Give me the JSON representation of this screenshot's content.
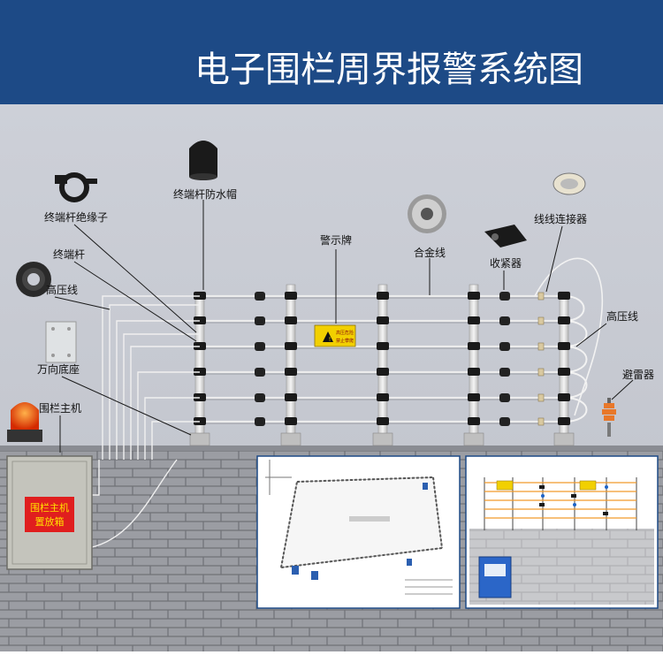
{
  "title": "电子围栏周界报警系统图",
  "labels": {
    "cap": "终端杆防水帽",
    "insulator": "终端杆绝缘子",
    "terminal_post": "终端杆",
    "hv_wire": "高压线",
    "base": "万向底座",
    "host": "围栏主机",
    "sign": "警示牌",
    "alloy_wire": "合金线",
    "tensioner": "收紧器",
    "connector": "线线连接器",
    "hv_wire_right": "高压线",
    "arrester": "避雷器"
  },
  "host_box_text": [
    "围栏主机",
    "置放箱"
  ],
  "sign_text": [
    "高压危险",
    "禁止攀爬"
  ],
  "colors": {
    "header": "#1d4a86",
    "background": "#c9ccd4",
    "wall": "#9a9ca2",
    "host_box": "#c4c4bc",
    "host_label_bg": "#e01e1e",
    "host_label_text": "#ffe000",
    "sign": "#f2d000"
  }
}
